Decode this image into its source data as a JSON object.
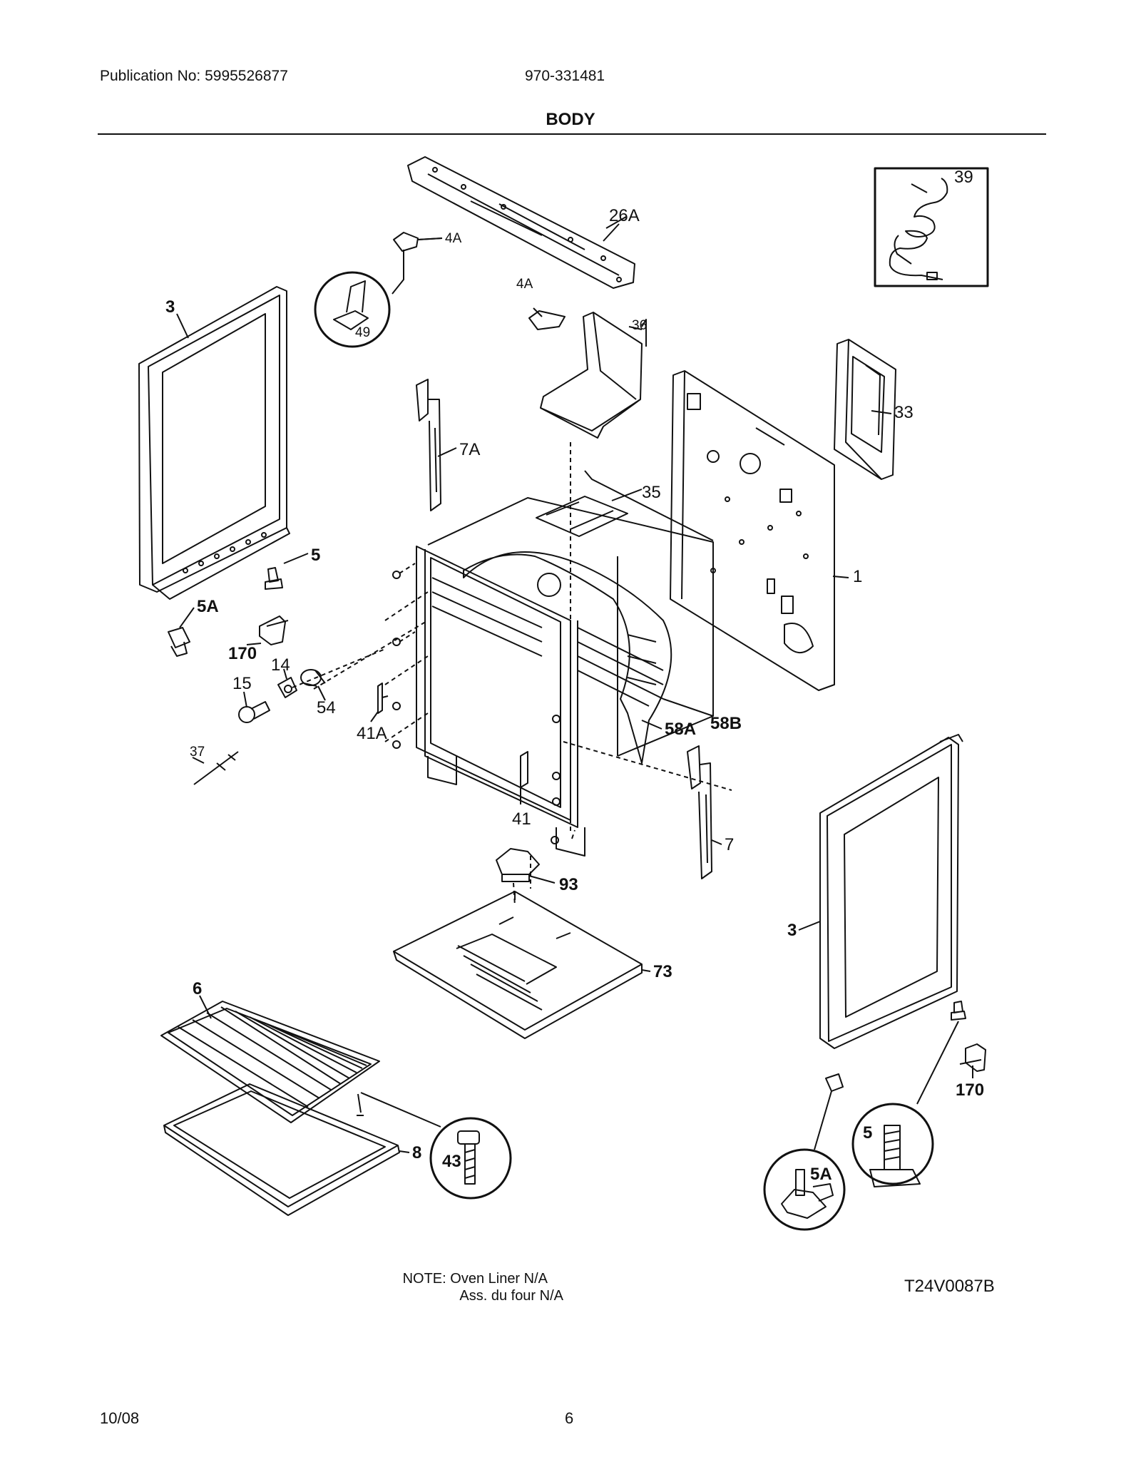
{
  "header": {
    "publication": "Publication No: 5995526877",
    "model": "970-331481",
    "title": "BODY"
  },
  "callouts": {
    "c39": "39",
    "c26A": "26A",
    "c4A_top": "4A",
    "c4A_mid": "4A",
    "c49": "49",
    "c3_left": "3",
    "c36": "36",
    "c33": "33",
    "c7A": "7A",
    "c35": "35",
    "c1": "1",
    "c5_left": "5",
    "c5A_left": "5A",
    "c170_left": "170",
    "c14": "14",
    "c15": "15",
    "c54": "54",
    "c41A": "41A",
    "c58A": "58A",
    "c58B": "58B",
    "c37": "37",
    "c41": "41",
    "c7": "7",
    "c93": "93",
    "c3_right": "3",
    "c73": "73",
    "c6": "6",
    "c170_right": "170",
    "c8": "8",
    "c43": "43",
    "c5_right": "5",
    "c5A_right": "5A"
  },
  "note": {
    "line1": "NOTE: Oven Liner N/A",
    "line2": "Ass. du four N/A"
  },
  "drawing_number": "T24V0087B",
  "footer": {
    "date": "10/08",
    "page": "6"
  }
}
